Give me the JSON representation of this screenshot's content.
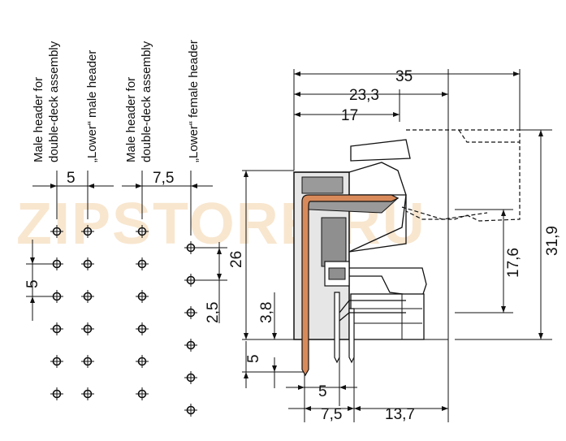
{
  "watermark": "ZIPSTORE.RU",
  "column_labels": {
    "col1_line1": "Male header for",
    "col1_line2": "double-deck assembly",
    "col2": "„Lower“ male header",
    "col3_line1": "Male header for",
    "col3_line2": "double-deck assembly",
    "col4": "„Lower“ female header"
  },
  "pitch_dimensions": {
    "d5_top": "5",
    "d75_top": "7,5",
    "d5_left": "5",
    "d25": "2,5"
  },
  "side_dimensions": {
    "d35": "35",
    "d233": "23,3",
    "d17": "17",
    "d26": "26",
    "d38": "3,8",
    "d5_pin": "5",
    "d176": "17,6",
    "d319": "31,9",
    "d5_bottom": "5",
    "d75_bottom": "7,5",
    "d137": "13,7"
  },
  "colors": {
    "pin_copper": "#d98a5a",
    "housing_gray": "#8f8f8f",
    "watermark": "#f3d3a8"
  }
}
